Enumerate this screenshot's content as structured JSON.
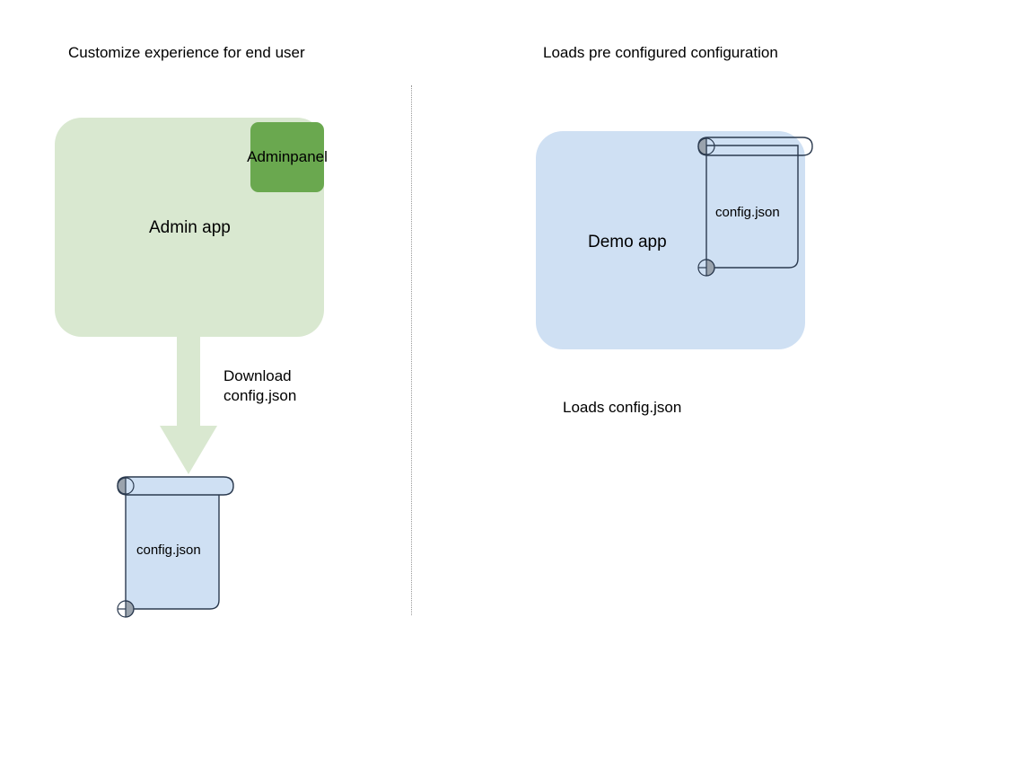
{
  "diagram": {
    "background_color": "#ffffff",
    "headings": {
      "left": "Customize experience for end user",
      "right": "Loads pre configured configuration"
    },
    "divider": {
      "style": "dotted",
      "color": "#9a9a9a"
    },
    "left_flow": {
      "app_box": {
        "label": "Admin app",
        "fill": "#d9e8d0"
      },
      "panel_chip": {
        "label": "Admin panel",
        "line1": "Admin",
        "line2": "panel",
        "fill": "#6aa84f"
      },
      "arrow": {
        "label_line1": "Download",
        "label_line2": "config.json",
        "fill": "#d9e8d0",
        "direction": "down"
      },
      "document": {
        "label": "config.json",
        "fill": "#cfe0f3",
        "stroke": "#2b3a4f",
        "roll_fill": "#9aa3ad"
      }
    },
    "right_flow": {
      "app_box": {
        "label": "Demo app",
        "fill": "#cfe0f3"
      },
      "document": {
        "label": "config.json",
        "fill": "none",
        "stroke": "#2b3a4f",
        "roll_fill": "#9aa3ad"
      },
      "caption": "Loads config.json"
    }
  }
}
